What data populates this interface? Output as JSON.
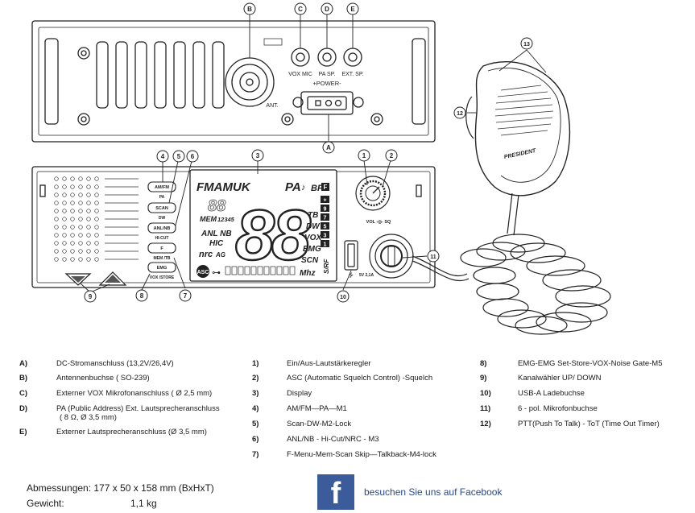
{
  "callouts": {
    "B": "B",
    "C": "C",
    "D": "D",
    "E": "E",
    "A": "A",
    "n1": "1",
    "n2": "2",
    "n3": "3",
    "n4": "4",
    "n5": "5",
    "n6": "6",
    "n7": "7",
    "n8": "8",
    "n9": "9",
    "n10": "10",
    "n11": "11",
    "n12": "12",
    "n13": "13"
  },
  "rear_panel": {
    "vox_mic": "VOX MIC",
    "pa_sp": "PA SP.",
    "ext_sp": "EXT. SP.",
    "power": "+POWER-",
    "ant": "ANT."
  },
  "front_panel": {
    "btn_am_fm": "AM/FM",
    "btn_am_fm_sub": "PA",
    "btn_scan": "SCAN",
    "btn_scan_sub": "DW",
    "btn_anl": "ANL/NB",
    "btn_anl_sub": "HI-CUT",
    "btn_f": "F",
    "btn_f_sub": "MEM /TB",
    "btn_emg": "EMG",
    "btn_emg_sub": "VOX /STORE",
    "vol_sq": "VOL -◎- SQ",
    "usb_label": "5V 2,1A",
    "brand": "PRESIDENT"
  },
  "display": {
    "modes": "FMAMUK",
    "pa": "PA",
    "bp": "BP",
    "f_box": "F",
    "mem": "MEM",
    "mem_num": "12345",
    "anl_nb": "ANL NB",
    "hic": "HIC",
    "nrc": "nrc",
    "ag": "AG",
    "asc": "ASC",
    "big_digits": "88",
    "tb": "TB",
    "dw": "DW",
    "vox": "VOX",
    "emg": "EMG",
    "scn": "SCN",
    "mhz": "Mhz",
    "srf": "S/RF",
    "meter": [
      "+",
      "9",
      "7",
      "5",
      "3",
      "1"
    ]
  },
  "legend_col1": [
    {
      "key": "A)",
      "text": "DC-Stromanschluss (13,2V/26,4V)"
    },
    {
      "key": "B)",
      "text": "Antennenbuchse ( SO-239)"
    },
    {
      "key": "C)",
      "text": "Externer VOX Mikrofonanschluss ( Ø 2,5 mm)"
    },
    {
      "key": "D)",
      "text": "PA (Public Address) Ext. Lautsprecheranschluss",
      "text2": "( 8 Ω, Ø 3,5 mm)"
    },
    {
      "key": "E)",
      "text": "Externer Lautsprecheranschluss (Ø 3,5 mm)"
    }
  ],
  "legend_col2": [
    {
      "key": "1)",
      "text": "Ein/Aus-Lautstärkeregler"
    },
    {
      "key": "2)",
      "text": "ASC (Automatic Squelch Control) -Squelch"
    },
    {
      "key": "3)",
      "text": "Display"
    },
    {
      "key": "4)",
      "text": "AM/FM—PA—M1"
    },
    {
      "key": "5)",
      "text": "Scan-DW-M2-Lock"
    },
    {
      "key": "6)",
      "text": "ANL/NB - Hi-Cut/NRC - M3"
    },
    {
      "key": "7)",
      "text": "F-Menu-Mem-Scan Skip—Talkback-M4-lock"
    }
  ],
  "legend_col3": [
    {
      "key": "8)",
      "text": "EMG-EMG Set-Store-VOX-Noise Gate-M5"
    },
    {
      "key": "9)",
      "text": "Kanalwähler UP/ DOWN"
    },
    {
      "key": "10)",
      "text": "USB-A Ladebuchse"
    },
    {
      "key": "11)",
      "text": "6 - pol. Mikrofonbuchse"
    },
    {
      "key": "12)",
      "text": "PTT(Push To Talk) - ToT (Time Out Timer)"
    }
  ],
  "specs": {
    "dim_label": "Abmessungen: 177 x 50 x 158 mm (BxHxT)",
    "weight_label": "Gewicht:",
    "weight_value": "1,1 kg"
  },
  "facebook": {
    "logo": "f",
    "text": "besuchen Sie uns auf Facebook",
    "brand_color": "#3b5b9a"
  }
}
